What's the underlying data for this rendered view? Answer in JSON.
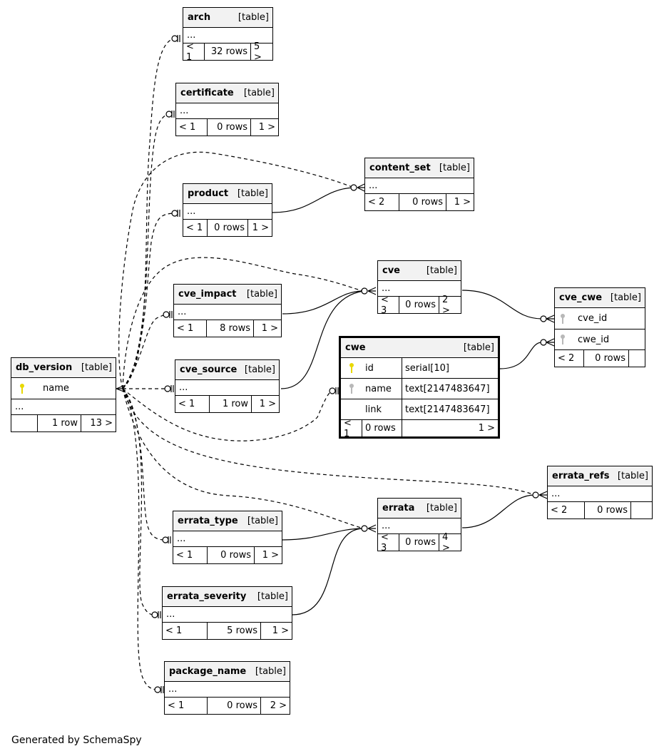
{
  "footer": "Generated by SchemaSpy",
  "tables": {
    "arch": {
      "name": "arch",
      "type": "[table]",
      "dots": "...",
      "f1": "< 1",
      "f2": "32 rows",
      "f3": "5 >"
    },
    "certificate": {
      "name": "certificate",
      "type": "[table]",
      "dots": "...",
      "f1": "< 1",
      "f2": "0 rows",
      "f3": "1 >"
    },
    "content_set": {
      "name": "content_set",
      "type": "[table]",
      "dots": "...",
      "f1": "< 2",
      "f2": "0 rows",
      "f3": "1 >"
    },
    "product": {
      "name": "product",
      "type": "[table]",
      "dots": "...",
      "f1": "< 1",
      "f2": "0 rows",
      "f3": "1 >"
    },
    "cve": {
      "name": "cve",
      "type": "[table]",
      "dots": "...",
      "f1": "< 3",
      "f2": "0 rows",
      "f3": "2 >"
    },
    "cve_impact": {
      "name": "cve_impact",
      "type": "[table]",
      "dots": "...",
      "f1": "< 1",
      "f2": "8 rows",
      "f3": "1 >"
    },
    "cve_cwe": {
      "name": "cve_cwe",
      "type": "[table]",
      "col1": "cve_id",
      "col2": "cwe_id",
      "f1": "< 2",
      "f2": "0 rows",
      "f3": ""
    },
    "db_version": {
      "name": "db_version",
      "type": "[table]",
      "col1": "name",
      "dots": "...",
      "f1": "",
      "f2": "1 row",
      "f3": "13 >"
    },
    "cve_source": {
      "name": "cve_source",
      "type": "[table]",
      "dots": "...",
      "f1": "< 1",
      "f2": "1 row",
      "f3": "1 >"
    },
    "cwe": {
      "name": "cwe",
      "type": "[table]",
      "rows": [
        {
          "name": "id",
          "dtype": "serial[10]"
        },
        {
          "name": "name",
          "dtype": "text[2147483647]"
        },
        {
          "name": "link",
          "dtype": "text[2147483647]"
        }
      ],
      "f1": "< 1",
      "f2": "0 rows",
      "f3": "1 >"
    },
    "errata_refs": {
      "name": "errata_refs",
      "type": "[table]",
      "dots": "...",
      "f1": "< 2",
      "f2": "0 rows",
      "f3": ""
    },
    "errata": {
      "name": "errata",
      "type": "[table]",
      "dots": "...",
      "f1": "< 3",
      "f2": "0 rows",
      "f3": "4 >"
    },
    "errata_type": {
      "name": "errata_type",
      "type": "[table]",
      "dots": "...",
      "f1": "< 1",
      "f2": "0 rows",
      "f3": "1 >"
    },
    "errata_severity": {
      "name": "errata_severity",
      "type": "[table]",
      "dots": "...",
      "f1": "< 1",
      "f2": "5 rows",
      "f3": "1 >"
    },
    "package_name": {
      "name": "package_name",
      "type": "[table]",
      "dots": "...",
      "f1": "< 1",
      "f2": "0 rows",
      "f3": "2 >"
    }
  },
  "relationships": [
    {
      "from": "db_version",
      "to": "arch",
      "style": "implied"
    },
    {
      "from": "db_version",
      "to": "certificate",
      "style": "implied"
    },
    {
      "from": "db_version",
      "to": "content_set",
      "style": "implied"
    },
    {
      "from": "db_version",
      "to": "product",
      "style": "implied"
    },
    {
      "from": "db_version",
      "to": "cve",
      "style": "implied"
    },
    {
      "from": "db_version",
      "to": "cve_impact",
      "style": "implied"
    },
    {
      "from": "db_version",
      "to": "cve_source",
      "style": "implied"
    },
    {
      "from": "db_version",
      "to": "cwe",
      "style": "implied"
    },
    {
      "from": "db_version",
      "to": "errata_refs",
      "style": "implied"
    },
    {
      "from": "db_version",
      "to": "errata",
      "style": "implied"
    },
    {
      "from": "db_version",
      "to": "errata_type",
      "style": "implied"
    },
    {
      "from": "db_version",
      "to": "errata_severity",
      "style": "implied"
    },
    {
      "from": "db_version",
      "to": "package_name",
      "style": "implied"
    },
    {
      "from": "product",
      "to": "content_set",
      "style": "real"
    },
    {
      "from": "cve_impact",
      "to": "cve",
      "style": "real"
    },
    {
      "from": "cve_source",
      "to": "cve",
      "style": "real"
    },
    {
      "from": "cve",
      "to": "cve_cwe",
      "style": "real"
    },
    {
      "from": "cwe",
      "to": "cve_cwe",
      "style": "real"
    },
    {
      "from": "errata",
      "to": "errata_refs",
      "style": "real"
    },
    {
      "from": "errata_type",
      "to": "errata",
      "style": "real"
    },
    {
      "from": "errata_severity",
      "to": "errata",
      "style": "real"
    }
  ]
}
